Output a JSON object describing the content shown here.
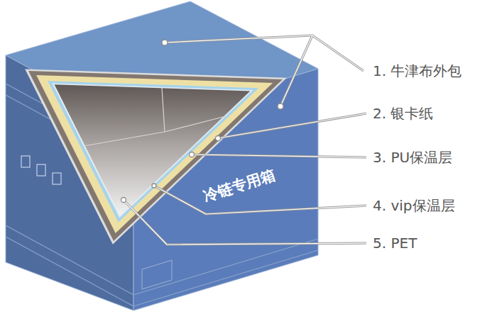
{
  "diagram": {
    "labels": [
      "1. 牛津布外包",
      "2. 银卡纸",
      "3. PU保温层",
      "4. vip保温层",
      "5. PET",
      "冷链专用箱"
    ]
  }
}
